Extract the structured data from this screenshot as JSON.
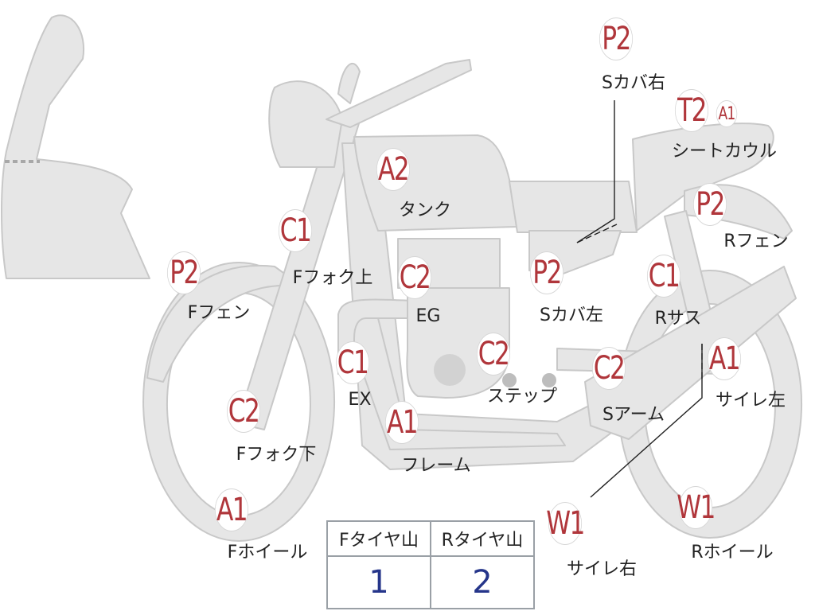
{
  "parts": [
    {
      "id": "windshield",
      "grade": "",
      "label": ""
    },
    {
      "id": "s-cover-right",
      "grade": "P2",
      "label": "Sカバ右"
    },
    {
      "id": "seat-cowl",
      "grade": "T2",
      "grade_extra": "A1",
      "label": "シートカウル"
    },
    {
      "id": "tank",
      "grade": "A2",
      "label": "タンク"
    },
    {
      "id": "r-fender",
      "grade": "P2",
      "label": "Rフェン"
    },
    {
      "id": "f-fork-upper",
      "grade": "C1",
      "label": "Fフォク上"
    },
    {
      "id": "f-fender",
      "grade": "P2",
      "label": "Fフェン"
    },
    {
      "id": "engine",
      "grade": "C2",
      "label": "EG"
    },
    {
      "id": "s-cover-left",
      "grade": "P2",
      "label": "Sカバ左"
    },
    {
      "id": "r-suspension",
      "grade": "C1",
      "label": "Rサス"
    },
    {
      "id": "exhaust",
      "grade": "C1",
      "label": "EX"
    },
    {
      "id": "step",
      "grade": "C2",
      "label": "ステップ"
    },
    {
      "id": "swing-arm",
      "grade": "C2",
      "label": "Sアーム"
    },
    {
      "id": "muffler-left",
      "grade": "A1",
      "label": "サイレ左"
    },
    {
      "id": "f-fork-lower",
      "grade": "C2",
      "label": "Fフォク下"
    },
    {
      "id": "frame",
      "grade": "A1",
      "label": "フレーム"
    },
    {
      "id": "f-wheel",
      "grade": "A1",
      "label": "Fホイール"
    },
    {
      "id": "muffler-right",
      "grade": "W1",
      "label": "サイレ右"
    },
    {
      "id": "r-wheel",
      "grade": "W1",
      "label": "Rホイール"
    }
  ],
  "tire_table": {
    "headers": [
      "Fタイヤ山",
      "Rタイヤ山"
    ],
    "values": [
      "1",
      "2"
    ]
  },
  "colors": {
    "body_fill": "#e6e6e6",
    "body_stroke": "#c8c8c8",
    "grade_text": "#b0363b",
    "tire_value": "#25358a"
  }
}
